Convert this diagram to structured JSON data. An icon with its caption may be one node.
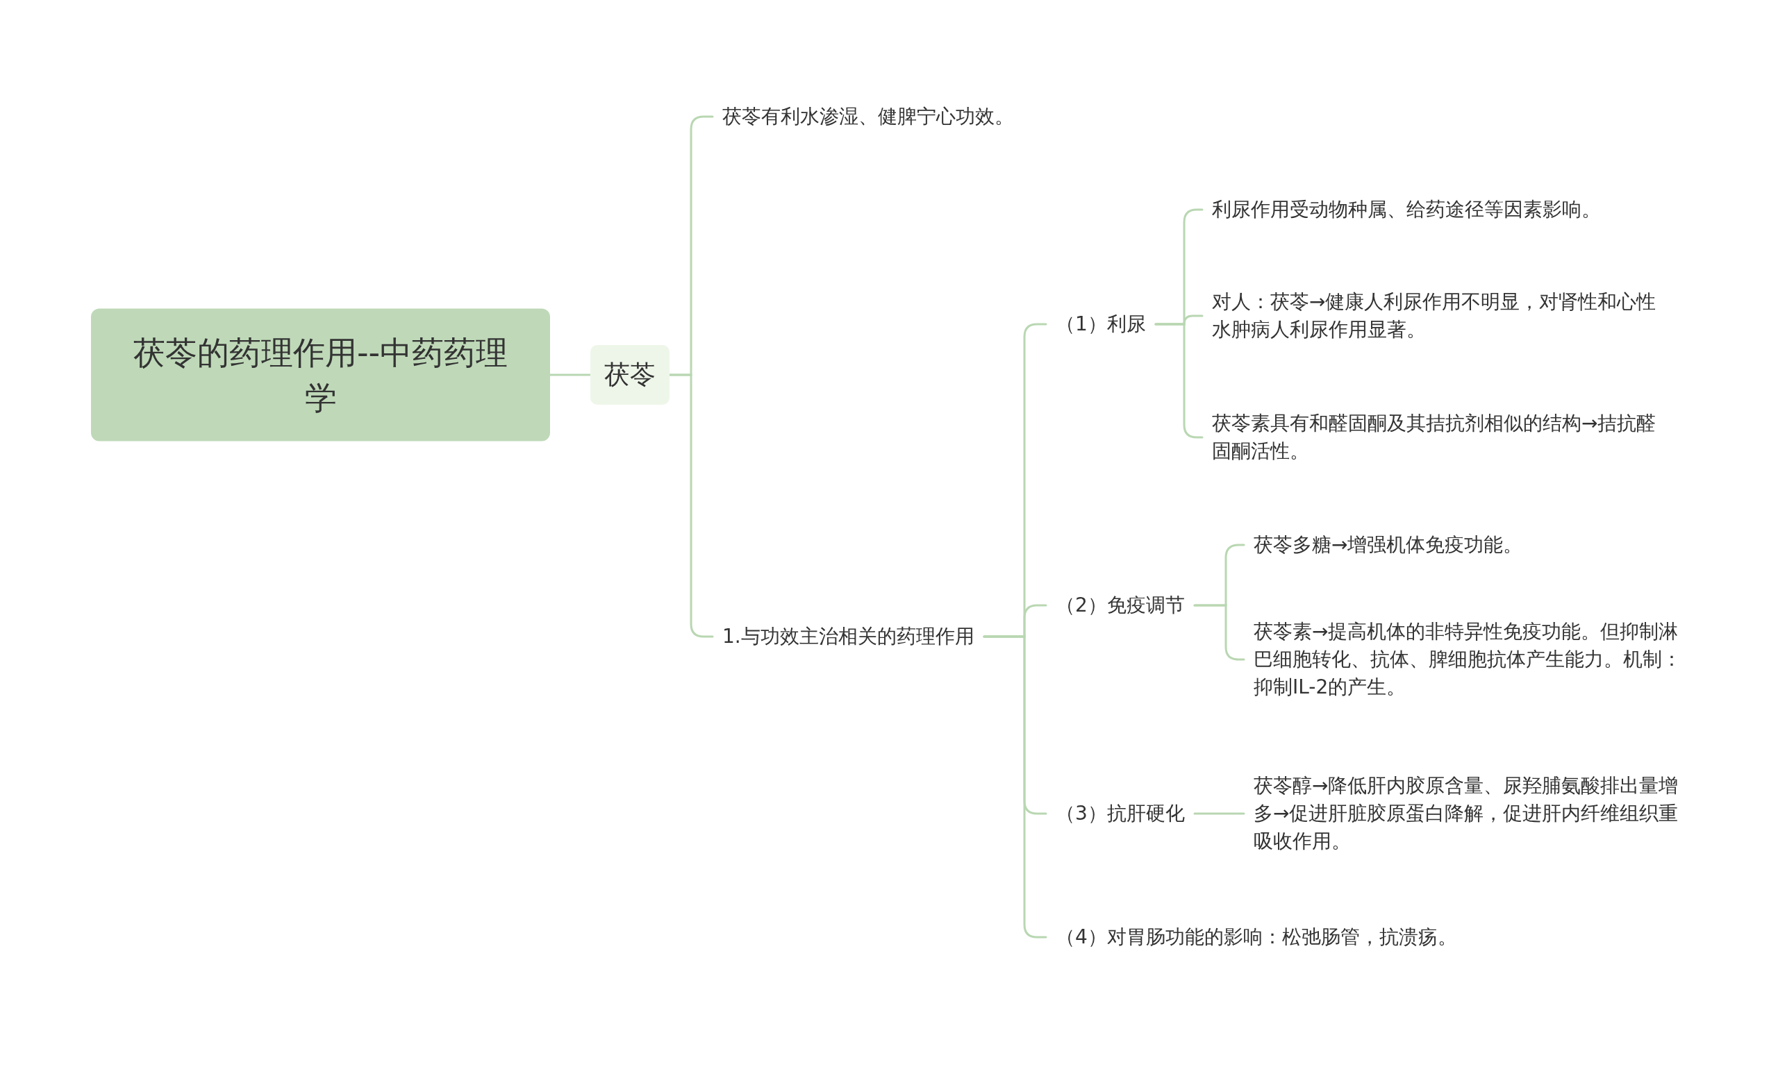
{
  "diagram": {
    "nodes": [
      {
        "text": [
          "茯苓的药理作用--中药药理学"
        ]
      },
      {
        "text": [
          "茯苓"
        ]
      },
      {
        "text": [
          "茯苓有利水渗湿、健脾宁心功效。"
        ]
      },
      {
        "text": [
          "1.与功效主治相关的药理作用"
        ]
      },
      {
        "text": [
          "（1）利尿"
        ]
      },
      {
        "text": [
          "利尿作用受动物种属、给药途径等因素影响。"
        ]
      },
      {
        "text": [
          "对人：茯苓→健康人利尿作用不明显，对肾性和心性水肿病人利尿作用显著。"
        ]
      },
      {
        "text": [
          "茯苓素具有和醛固酮及其拮抗剂相似的结构→拮抗醛固酮活性。"
        ]
      },
      {
        "text": [
          "（2）免疫调节"
        ]
      },
      {
        "text": [
          "茯苓多糖→增强机体免疫功能。"
        ]
      },
      {
        "text": [
          "茯苓素→提高机体的非特异性免疫功能。但抑制淋巴细胞转化、抗体、脾细胞抗体产生能力。机制：抑制IL-2的产生。"
        ]
      },
      {
        "text": [
          "（3）抗肝硬化"
        ]
      },
      {
        "text": [
          "茯苓醇→降低肝内胶原含量、尿羟脯氨酸排出量增多→促进肝脏胶原蛋白降解，促进肝内纤维组织重吸收作用。"
        ]
      },
      {
        "text": [
          "（4）对胃肠功能的影响：松弛肠管，抗溃疡。"
        ]
      }
    ],
    "edges": [
      {
        "from": 0,
        "to": 1,
        "arrow": "none"
      },
      {
        "from": 1,
        "to": 2,
        "arrow": "none"
      },
      {
        "from": 1,
        "to": 3,
        "arrow": "none"
      },
      {
        "from": 3,
        "to": 4,
        "arrow": "none"
      },
      {
        "from": 3,
        "to": 8,
        "arrow": "none"
      },
      {
        "from": 3,
        "to": 11,
        "arrow": "none"
      },
      {
        "from": 3,
        "to": 13,
        "arrow": "none"
      },
      {
        "from": 4,
        "to": 5,
        "arrow": "none"
      },
      {
        "from": 4,
        "to": 6,
        "arrow": "none"
      },
      {
        "from": 4,
        "to": 7,
        "arrow": "none"
      },
      {
        "from": 8,
        "to": 9,
        "arrow": "none"
      },
      {
        "from": 8,
        "to": 10,
        "arrow": "none"
      },
      {
        "from": 11,
        "to": 12,
        "arrow": "none"
      }
    ]
  }
}
